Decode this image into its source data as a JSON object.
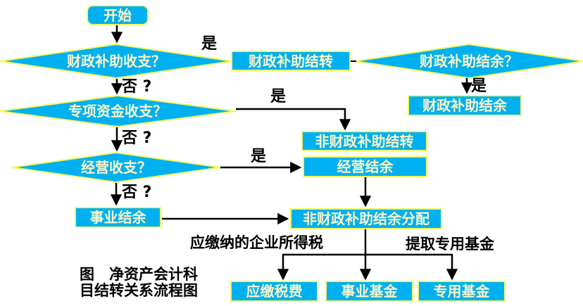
{
  "figure": {
    "caption": "图　净资产会计科\n目结转关系流程图"
  },
  "colors": {
    "node_fill": "#00B0F0",
    "node_border": "#F4F861",
    "node_text": "#FBF4C8",
    "connector": "#000000",
    "label_text": "#000000",
    "background": "#FFFFFF"
  },
  "nodes": {
    "start": {
      "label": "开始"
    },
    "d1": {
      "label": "财政补助收支？"
    },
    "b1": {
      "label": "财政补助结转"
    },
    "d2": {
      "label": "财政补助结余？"
    },
    "b2": {
      "label": "财政补助结余"
    },
    "d3": {
      "label": "专项资金收支？"
    },
    "b3": {
      "label": "非财政补助结转"
    },
    "d4": {
      "label": "经营收支？"
    },
    "b4": {
      "label": "经营结余"
    },
    "b5": {
      "label": "事业结余"
    },
    "b6": {
      "label": "非财政补助结余分配"
    },
    "b7": {
      "label": "应缴税费"
    },
    "b8": {
      "label": "事业基金"
    },
    "b9": {
      "label": "专用基金"
    }
  },
  "edge_labels": {
    "yes1": "是",
    "no1": "否 ?",
    "yes2": "是",
    "yes3": "是",
    "no2": "否 ?",
    "yes4": "是",
    "no3": "否 ?",
    "tax": "应缴纳的企业所得税",
    "fund": "提取专用基金"
  }
}
